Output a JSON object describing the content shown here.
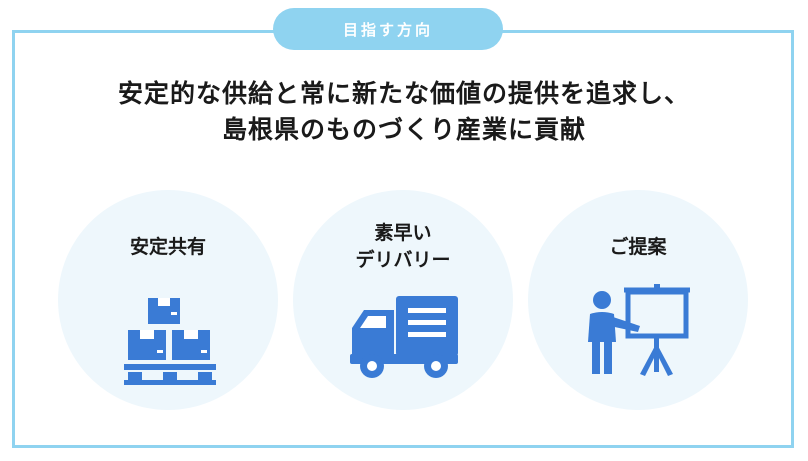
{
  "badge": {
    "label": "目指す方向"
  },
  "headline": {
    "line1": "安定的な供給と常に新たな価値の提供を追求し、",
    "line2": "島根県のものづくり産業に貢献"
  },
  "features": [
    {
      "label_line1": "安定共有",
      "label_line2": "",
      "icon": "boxes-on-pallet-icon"
    },
    {
      "label_line1": "素早い",
      "label_line2": "デリバリー",
      "icon": "delivery-truck-icon"
    },
    {
      "label_line1": "ご提案",
      "label_line2": "",
      "icon": "presenter-board-icon"
    }
  ],
  "colors": {
    "frame_border": "#8fd3f0",
    "badge_bg": "#8fd3f0",
    "circle_bg": "#eef7fc",
    "icon_blue": "#3a7bd5",
    "text": "#1a1a1a"
  }
}
